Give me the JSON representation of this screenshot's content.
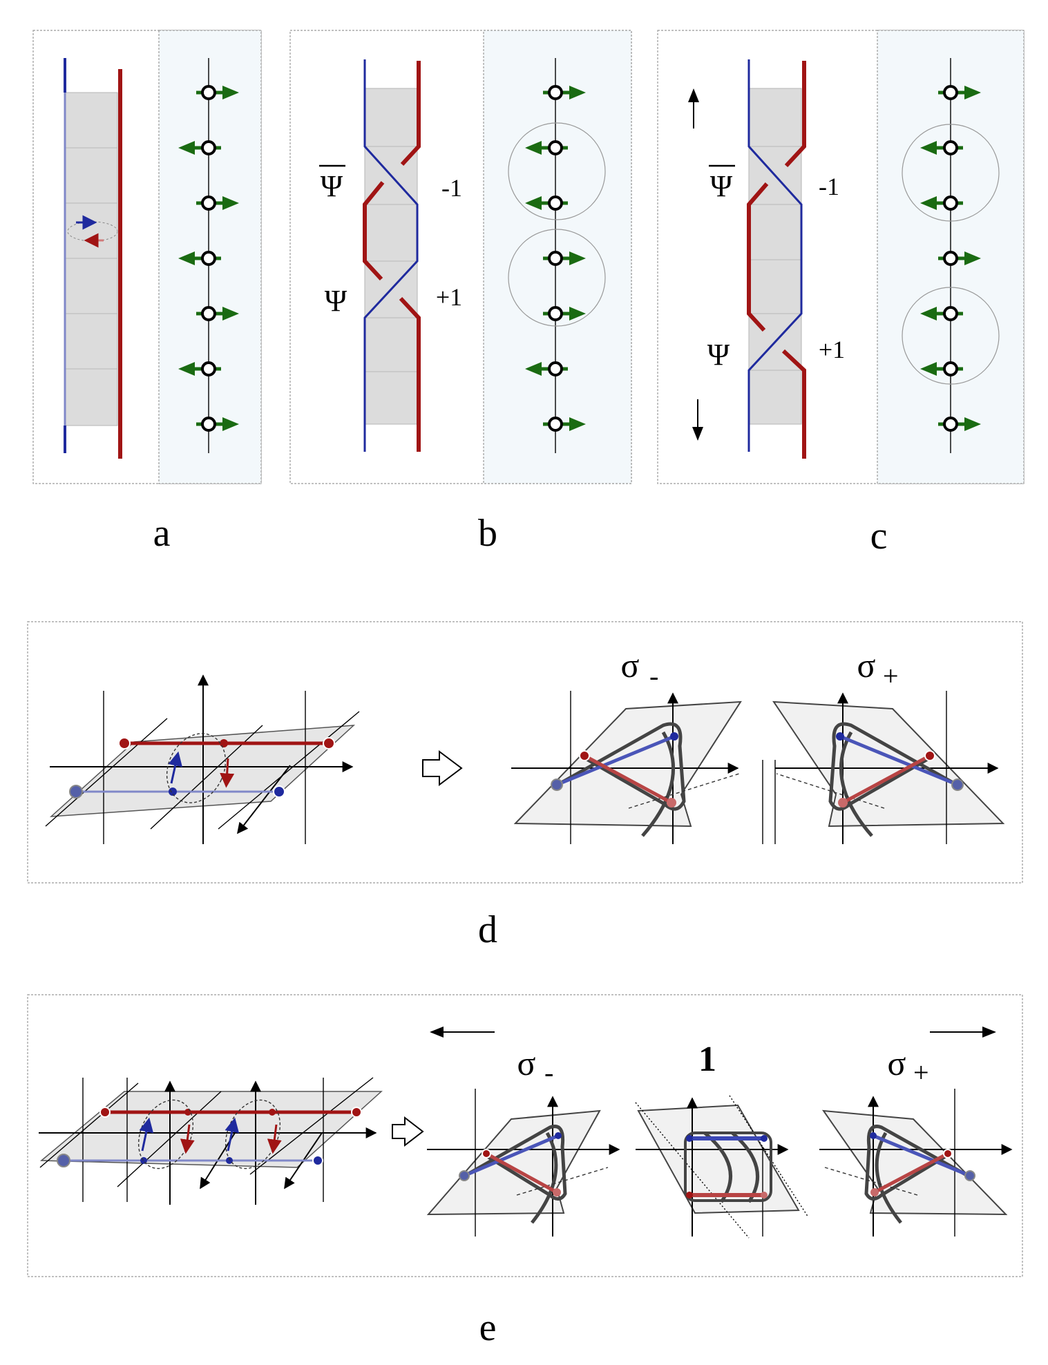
{
  "panel_labels": {
    "a": "a",
    "b": "b",
    "c": "c",
    "d": "d",
    "e": "e"
  },
  "panel_b": {
    "psi_bar": "Ψ",
    "minus_one": "-1",
    "psi": "Ψ",
    "plus_one": "+1"
  },
  "panel_c": {
    "psi_bar": "Ψ",
    "minus_one": "-1",
    "psi": "Ψ",
    "plus_one": "+1"
  },
  "panel_d": {
    "sigma_minus": "σ",
    "sigma_minus_sub": "-",
    "sigma_plus": "σ",
    "sigma_plus_sub": "+"
  },
  "panel_e": {
    "sigma_minus": "σ",
    "sigma_minus_sub": "-",
    "identity": "1",
    "sigma_plus": "σ",
    "sigma_plus_sub": "+"
  },
  "spin_chains": {
    "a": [
      "right",
      "left",
      "right",
      "left",
      "right",
      "left",
      "right"
    ],
    "b": [
      "right",
      "left",
      "left",
      "right",
      "right",
      "left",
      "right"
    ],
    "c": [
      "right",
      "left",
      "left",
      "right",
      "left",
      "left",
      "right"
    ]
  },
  "colors": {
    "blue": "#1f2a9e",
    "red": "#a01414",
    "green": "#1a6b12",
    "strip": "#dcdcdc",
    "panel_bg": "#f3f8fb"
  }
}
